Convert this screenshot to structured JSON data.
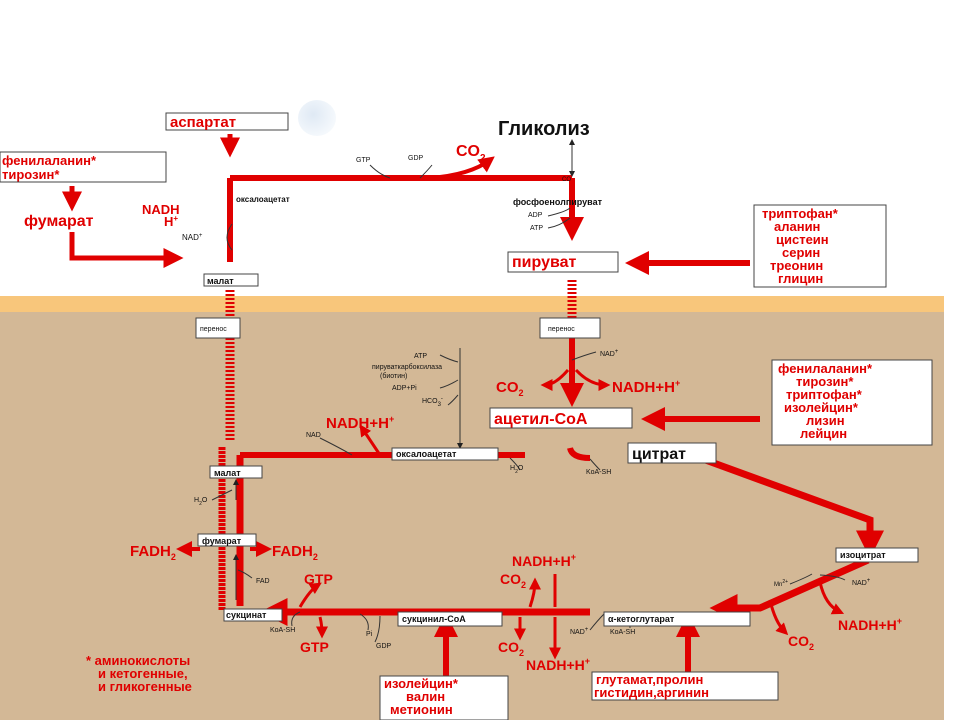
{
  "colors": {
    "pathway": "#e00000",
    "thin": "#333333",
    "upper_bg": "#ffffff",
    "lower_bg": "#d3b896",
    "membrane": "#f8c67b"
  },
  "labels": {
    "glycolysis": "Гликолиз",
    "aspartate": "аспартат",
    "phe": "фенилаланин*",
    "tyr": "тирозин*",
    "fumarate_top": "фумарат",
    "nadh": "NADH",
    "hplus": "H",
    "hplus_sup": "+",
    "nad_top": "NAD",
    "nad_top_sup": "+",
    "oxaloacetate_top": "оксалоацетат",
    "malate_top": "малат",
    "gtp_top": "GTP",
    "gdp_top": "GDP",
    "co2_top": "CO",
    "co2_top_sub": "2",
    "co2_small": "CO",
    "pep": "фосфоенолпируват",
    "adp_top": "ADP",
    "atp_top": "ATP",
    "pyruvate": "пируват",
    "aa_right1": [
      "триптофан*",
      "аланин",
      "цистеин",
      "серин",
      "треонин",
      "глицин"
    ],
    "transport_left": "перенос",
    "transport_right": "перенос",
    "atp_mid": "ATP",
    "pyruvate_carboxylase": "пируваткарбоксилаза",
    "biotin": "(биотин)",
    "adp_pi": "ADP+Pi",
    "hco3": "HCO",
    "hco3_sub": "3",
    "hco3_sup": "-",
    "nad_mid": "NAD",
    "nad_mid_sup": "+",
    "co2_mid": "CO",
    "co2_mid_sub": "2",
    "nadh_mid": "NADH+H",
    "nadh_mid_sup": "+",
    "acetyl_coa": "ацетил-CoA",
    "aa_right2": [
      "фенилаланин*",
      "тирозин*",
      "триптофан*",
      "изолейцин*",
      "лизин",
      "лейцин"
    ],
    "nadh_oaa": "NADH+H",
    "nadh_oaa_sup": "+",
    "nad_oaa": "NAD",
    "oxaloacetate": "оксалоацетат",
    "h2o_1": "H",
    "h2o_1_sub": "2",
    "h2o_1_o": "O",
    "citrate": "цитрат",
    "koa_sh_1": "KoA-SH",
    "malate": "малат",
    "h2o_2": "H",
    "h2o_2_sub": "2",
    "h2o_2_o": "O",
    "fumarate": "фумарат",
    "fadh2_left": "FADH",
    "fadh2_left_sub": "2",
    "fadh2_right": "FADH",
    "fadh2_right_sub": "2",
    "fad": "FAD",
    "gtp_mid": "GTP",
    "nadh_mid2": "NADH+H",
    "nadh_mid2_sup": "+",
    "co2_mid2": "CO",
    "co2_mid2_sub": "2",
    "isocitrate": "изоцитрат",
    "mn": "Mn",
    "mn_sup": "2+",
    "nad_iso": "NAD",
    "nad_iso_sup": "+",
    "nadh_iso": "NADH+H",
    "nadh_iso_sup": "+",
    "co2_iso": "CO",
    "co2_iso_sub": "2",
    "succinate": "сукцинат",
    "succinyl_coa": "сукцинил-CoA",
    "akg": "α-кетоглутарат",
    "koa_sh_2": "KoA-SH",
    "pi": "Pi",
    "gdp_bot": "GDP",
    "gtp_bot": "GTP",
    "co2_bot": "CO",
    "co2_bot_sub": "2",
    "nad_akg": "NAD",
    "nad_akg_sup": "+",
    "koa_sh_3": "KoA-SH",
    "nadh_bot": "NADH+H",
    "nadh_bot_sup": "+",
    "footnote": [
      "* аминокислоты",
      "и кетогенные,",
      "и гликогенные"
    ],
    "aa_bottom1": [
      "изолейцин*",
      "валин",
      "метионин"
    ],
    "aa_bottom2": [
      "глутамат,пролин",
      "гистидин,аргинин"
    ]
  }
}
